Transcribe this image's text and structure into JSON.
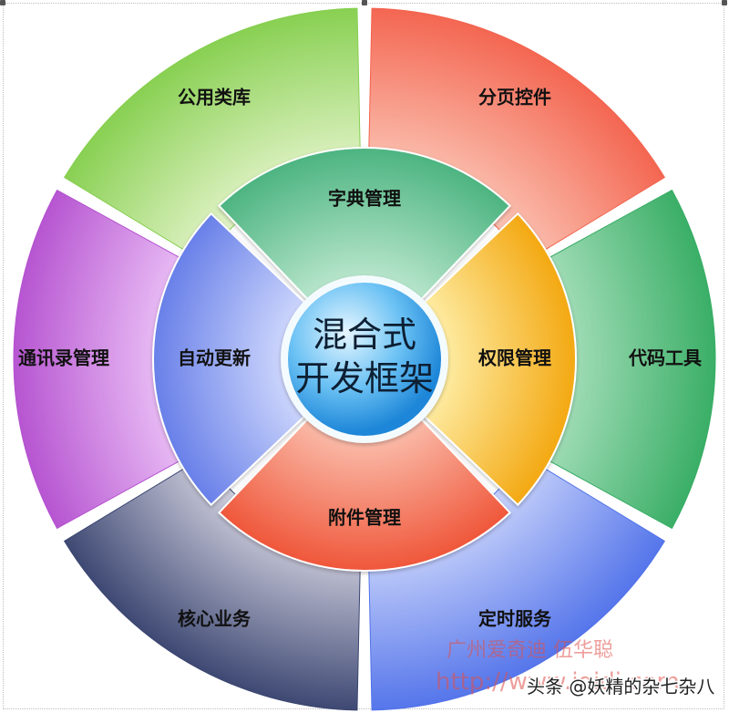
{
  "center": {
    "line1": "混合式",
    "line2": "开发框架"
  },
  "outer_ring": [
    {
      "label": "公用类库",
      "color": "#86cf4f"
    },
    {
      "label": "分页控件",
      "color": "#f3644f"
    },
    {
      "label": "代码工具",
      "color": "#37ad64"
    },
    {
      "label": "定时服务",
      "color": "#5273ea"
    },
    {
      "label": "核心业务",
      "color": "#3a4570"
    },
    {
      "label": "通讯录管理",
      "color": "#b552d0"
    }
  ],
  "inner_ring": [
    {
      "label": "字典管理",
      "color": "#3fae77"
    },
    {
      "label": "权限管理",
      "color": "#f2a000"
    },
    {
      "label": "附件管理",
      "color": "#ee4a2c"
    },
    {
      "label": "自动更新",
      "color": "#5c75e6"
    }
  ],
  "watermark": {
    "line1": "广州爱奇迪  伍华聪",
    "line2": "http://www.iqidi.com",
    "credit": "头条 @妖精的杂七杂八"
  }
}
